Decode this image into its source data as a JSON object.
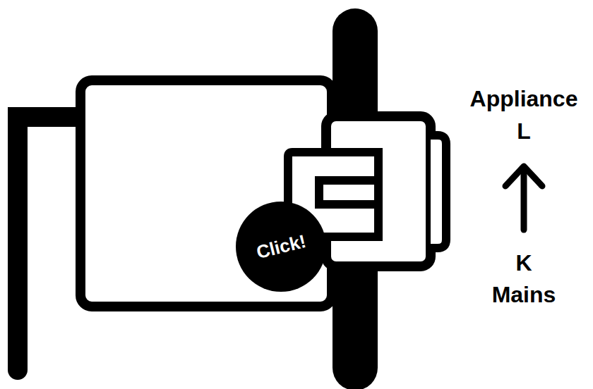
{
  "diagram": {
    "nodes": [
      {
        "text": [
          "Click!"
        ]
      }
    ],
    "labels": [
      "Appliance",
      "L",
      "K",
      "Mains"
    ]
  }
}
